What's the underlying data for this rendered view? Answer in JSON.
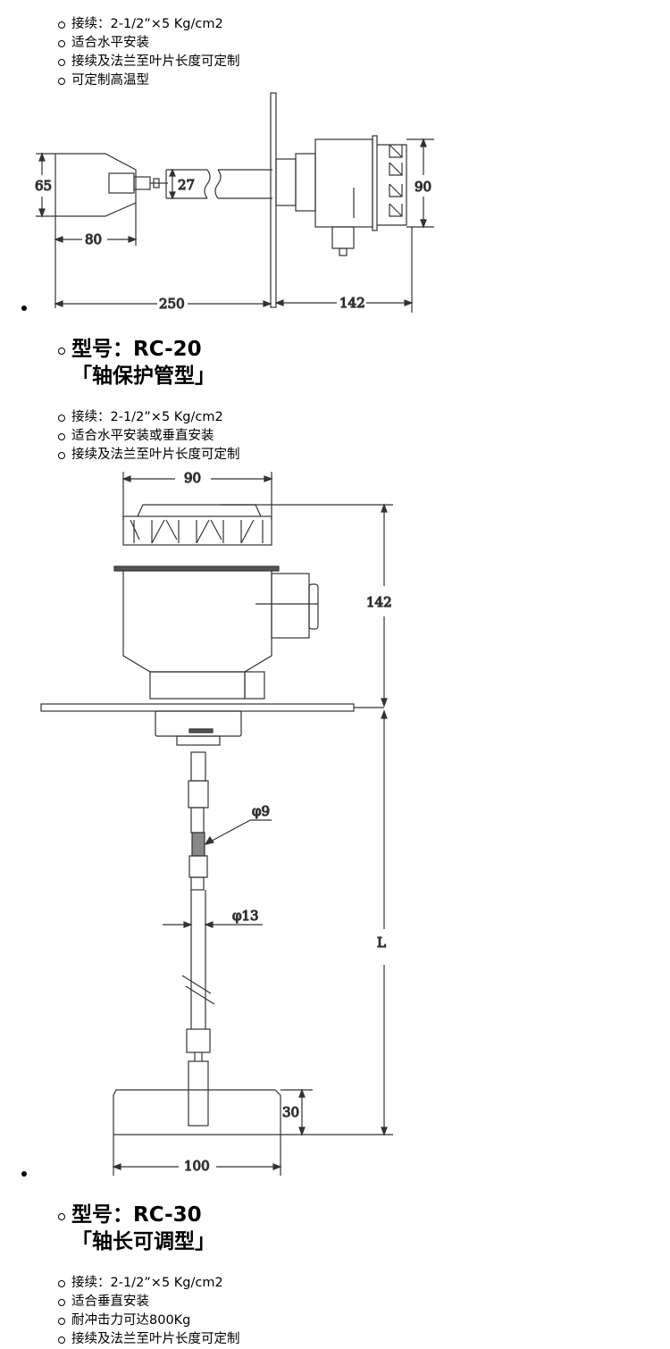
{
  "section1": {
    "specs": [
      "接续：2-1/2”×5 Kg/cm2",
      "适合水平安装",
      "接续及法兰至叶片长度可定制",
      "可定制高温型"
    ]
  },
  "drawing1": {
    "dims": {
      "d65": "65",
      "d27": "27",
      "d90": "90",
      "d80": "80",
      "d250": "250",
      "d142": "142"
    }
  },
  "section2": {
    "model": "型号：RC-20",
    "type": "「轴保护管型」",
    "specs": [
      "接续：2-1/2”×5 Kg/cm2",
      "适合水平安装或垂直安装",
      "接续及法兰至叶片长度可定制"
    ]
  },
  "drawing2": {
    "dims": {
      "d90": "90",
      "d142": "142",
      "phi9": "φ9",
      "phi13": "φ13",
      "L": "L",
      "d30": "30",
      "d100": "100"
    }
  },
  "section3": {
    "model": "型号：RC-30",
    "type": "「轴长可调型」",
    "specs": [
      "接续：2-1/2”×5 Kg/cm2",
      "适合垂直安装",
      "耐冲击力可达800Kg",
      "接续及法兰至叶片长度可定制"
    ]
  }
}
